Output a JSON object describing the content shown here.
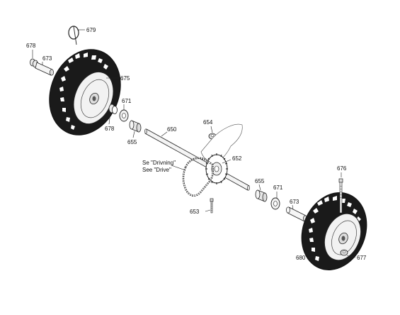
{
  "colors": {
    "ink": "#1a1a1a",
    "paper": "#ffffff",
    "tread": "#111111",
    "hub": "#f2f2f2"
  },
  "parts": {
    "p679": "679",
    "p678a": "678",
    "p673a": "673",
    "p675": "675",
    "p671a": "671",
    "p678b": "678",
    "p655a": "655",
    "p650": "650",
    "p654": "654",
    "p652": "652",
    "p676": "676",
    "p655b": "655",
    "p671b": "671",
    "p673b": "673",
    "p653": "653",
    "p680": "680",
    "p677": "677"
  },
  "notes": {
    "line1": "Se \"Drivning\"",
    "line2": "See \"Drive\""
  }
}
